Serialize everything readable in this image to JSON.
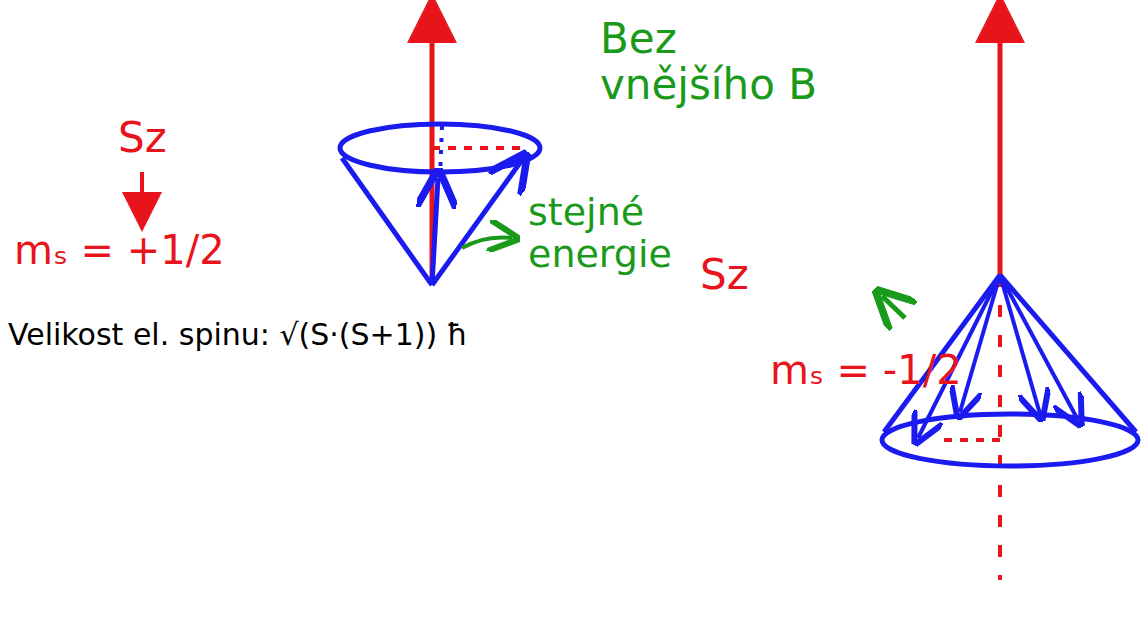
{
  "diagram": {
    "labels": [
      "Sz",
      "Bez vnějšího B",
      "mₛ = +1/2",
      "stejné energie",
      "Sz",
      "Velikost el. spinu: √(S·(S+1)) ħ",
      "mₛ = -1/2"
    ]
  }
}
